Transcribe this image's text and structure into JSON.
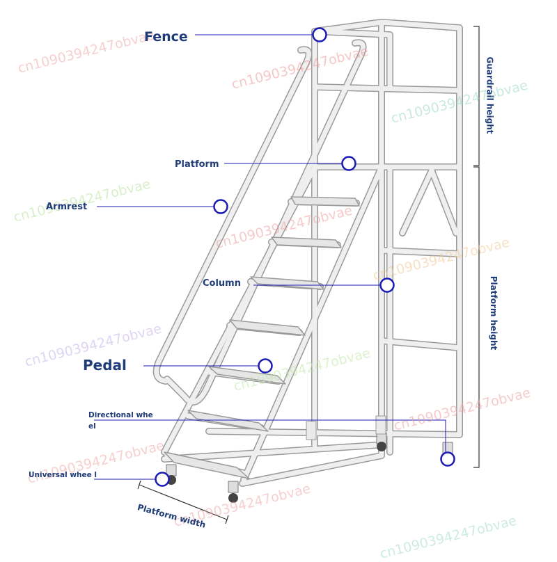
{
  "labels": {
    "fence": "Fence",
    "platform": "Platform",
    "armrest": "Armrest",
    "column": "Column",
    "pedal": "Pedal",
    "directional_wheel": "Directional whe el",
    "universal_wheel": "Universal whee l",
    "guardrail_height": "Guardrail height",
    "platform_height": "Platform height",
    "platform_width": "Platform width"
  },
  "watermark": "cn1090394247obvae",
  "colors": {
    "label_text": "#1f3c78",
    "marker": "#1a1ab5",
    "frame": "#eeeeee",
    "frame_outline": "#9a9a9a"
  }
}
